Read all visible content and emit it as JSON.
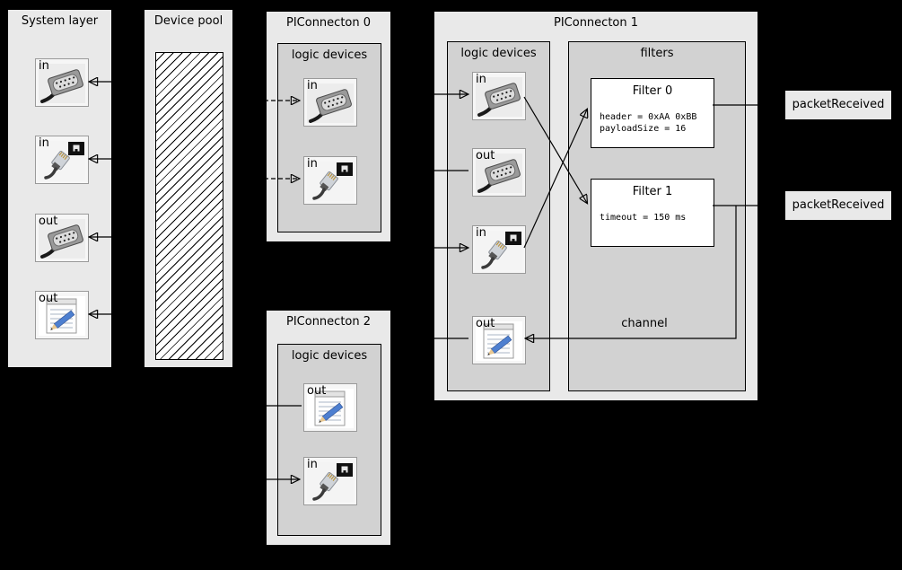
{
  "colors": {
    "background": "#000000",
    "container_fill": "#e9e9e9",
    "group_fill": "#d2d2d2",
    "filter_fill": "#ffffff",
    "line_color": "#000000"
  },
  "system_layer": {
    "title": "System layer",
    "devices": [
      {
        "label": "in",
        "icon": "serial-connector-icon"
      },
      {
        "label": "in",
        "icon": "ethernet-connector-icon"
      },
      {
        "label": "out",
        "icon": "serial-connector-icon"
      },
      {
        "label": "out",
        "icon": "notepad-icon"
      }
    ]
  },
  "device_pool": {
    "title": "Device pool"
  },
  "piconnecton0": {
    "title": "PIConnecton 0",
    "group_title": "logic devices",
    "devices": [
      {
        "label": "in",
        "icon": "serial-connector-icon"
      },
      {
        "label": "in",
        "icon": "ethernet-connector-icon"
      }
    ]
  },
  "piconnecton2": {
    "title": "PIConnecton 2",
    "group_title": "logic devices",
    "devices": [
      {
        "label": "out",
        "icon": "notepad-icon"
      },
      {
        "label": "in",
        "icon": "ethernet-connector-icon"
      }
    ]
  },
  "piconnecton1": {
    "title": "PIConnecton 1",
    "logic_group_title": "logic devices",
    "filters_group_title": "filters",
    "channel_label": "channel",
    "devices": [
      {
        "label": "in",
        "icon": "serial-connector-icon"
      },
      {
        "label": "out",
        "icon": "serial-connector-icon"
      },
      {
        "label": "in",
        "icon": "ethernet-connector-icon"
      },
      {
        "label": "out",
        "icon": "notepad-icon"
      }
    ],
    "filters": [
      {
        "title": "Filter 0",
        "params": [
          "header = 0xAA 0xBB",
          "payloadSize = 16"
        ]
      },
      {
        "title": "Filter 1",
        "params": [
          "timeout = 150 ms"
        ]
      }
    ]
  },
  "outputs": [
    {
      "label": "packetReceived"
    },
    {
      "label": "packetReceived"
    }
  ],
  "edges": [
    {
      "from": "system-in-serial",
      "to": "device-pool",
      "style": "double-arrow"
    },
    {
      "from": "system-in-ethernet",
      "to": "device-pool",
      "style": "double-arrow"
    },
    {
      "from": "system-out-serial",
      "to": "device-pool",
      "style": "double-arrow"
    },
    {
      "from": "system-out-notepad",
      "to": "device-pool",
      "style": "double-arrow"
    },
    {
      "from": "device-pool",
      "to": "piconnecton0-in-serial",
      "style": "dashed-arrow"
    },
    {
      "from": "device-pool",
      "to": "piconnecton0-in-ethernet",
      "style": "dashed-arrow"
    },
    {
      "from": "device-pool",
      "to": "piconnecton1-in-serial",
      "style": "arrow"
    },
    {
      "from": "piconnecton1-out-serial",
      "to": "device-pool",
      "style": "arrow"
    },
    {
      "from": "device-pool",
      "to": "piconnecton1-in-ethernet",
      "style": "arrow"
    },
    {
      "from": "piconnecton1-out-notepad",
      "to": "device-pool",
      "style": "arrow"
    },
    {
      "from": "piconnecton2-out-notepad",
      "to": "device-pool",
      "style": "arrow"
    },
    {
      "from": "device-pool",
      "to": "piconnecton2-in-ethernet",
      "style": "arrow"
    },
    {
      "from": "piconnecton1-in-serial",
      "to": "filter-1",
      "style": "arrow"
    },
    {
      "from": "piconnecton1-in-ethernet",
      "to": "filter-0",
      "style": "arrow"
    },
    {
      "from": "filter-0",
      "to": "packetReceived-0",
      "style": "arrow"
    },
    {
      "from": "filter-1",
      "to": "packetReceived-1",
      "style": "arrow"
    },
    {
      "from": "channel",
      "to": "piconnecton1-out-notepad",
      "style": "arrow"
    }
  ]
}
